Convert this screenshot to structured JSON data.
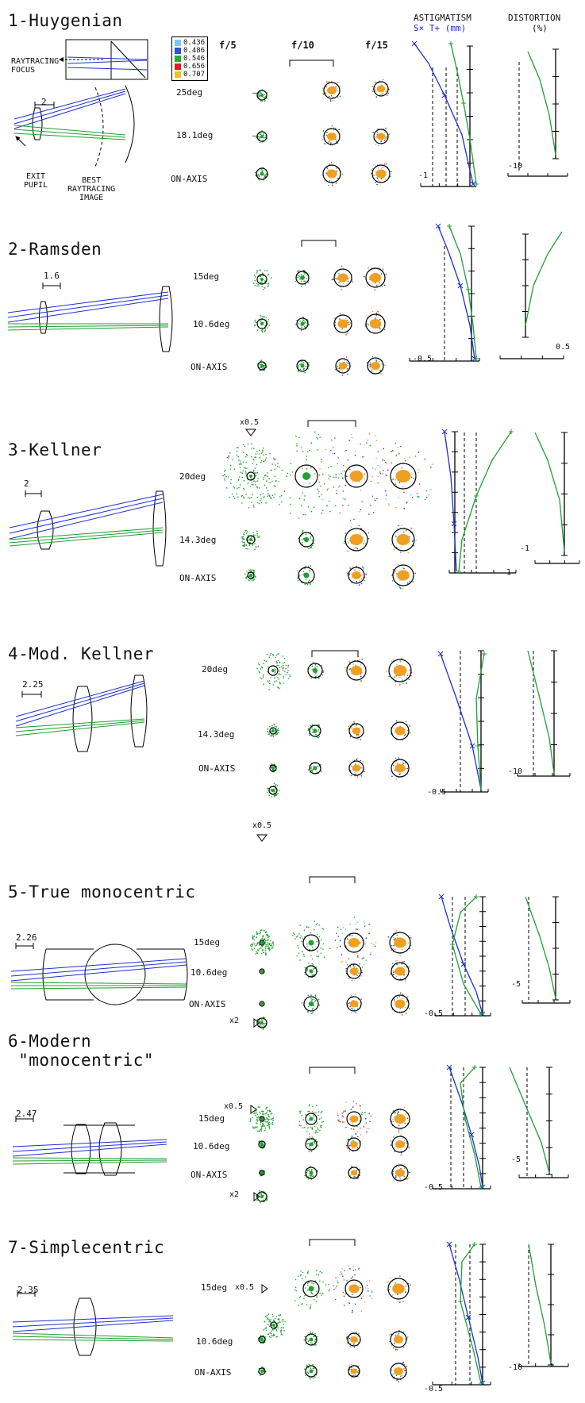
{
  "header": {
    "f_labels": [
      "f/5",
      "f/10",
      "f/15"
    ],
    "astig_title": "ASTIGMATISM",
    "astig_sub": "S× T+  (mm)",
    "dist_title": "DISTORTION",
    "dist_sub": "(%)"
  },
  "legend": [
    {
      "label": "0.436",
      "color": "#7ec8f0"
    },
    {
      "label": "0.486",
      "color": "#3050d8"
    },
    {
      "label": "0.546",
      "color": "#20b030"
    },
    {
      "label": "0.656",
      "color": "#e02020"
    },
    {
      "label": "0.707",
      "color": "#f0c020"
    }
  ],
  "section1": {
    "title": "1-Huygenian",
    "scale": "2",
    "raytracing_focus": "RAYTRACING\nFOCUS",
    "exit_pupil": "EXIT\nPUPIL",
    "best_image": "BEST\nRAYTRACING\nIMAGE",
    "rows": [
      "25deg",
      "18.1deg",
      "ON-AXIS"
    ],
    "dash": "–",
    "astig_tick": "-1",
    "dist_tick": "-10"
  },
  "sections": [
    {
      "id": "2",
      "title": "2-Ramsden",
      "scale": "1.6",
      "rows": [
        "15deg",
        "10.6deg",
        "ON-AXIS"
      ],
      "astig_tick": "-0.5",
      "dist_tick": "0.5"
    },
    {
      "id": "3",
      "title": "3-Kellner",
      "scale": "2",
      "rows": [
        "20deg",
        "14.3deg",
        "ON-AXIS"
      ],
      "astig_tick": "1",
      "dist_tick": "-1",
      "magnify": "x0.5"
    },
    {
      "id": "4",
      "title": "4-Mod. Kellner",
      "scale": "2.25",
      "rows": [
        "20deg",
        "14.3deg",
        "ON-AXIS"
      ],
      "astig_tick": "-0.5",
      "dist_tick": "-10"
    },
    {
      "id": "5",
      "title": "5-True monocentric",
      "scale": "2.26",
      "rows": [
        "15deg",
        "10.6deg",
        "ON-AXIS"
      ],
      "astig_tick": "-0.5",
      "dist_tick": "-5",
      "magnify": "x0.5",
      "magnify2": "x2"
    },
    {
      "id": "6",
      "title": "6-Modern\n \"monocentric\"",
      "scale": "2.47",
      "rows": [
        "15deg",
        "10.6deg",
        "ON-AXIS"
      ],
      "astig_tick": "-0.5",
      "dist_tick": "-5",
      "magnify": "x0.5",
      "magnify2": "x2"
    },
    {
      "id": "7",
      "title": "7-Simplecentric",
      "scale": "2.35",
      "rows": [
        "15deg",
        "10.6deg",
        "ON-AXIS"
      ],
      "astig_tick": "-0.5",
      "dist_tick": "-10",
      "magnify": "x0.5"
    }
  ]
}
